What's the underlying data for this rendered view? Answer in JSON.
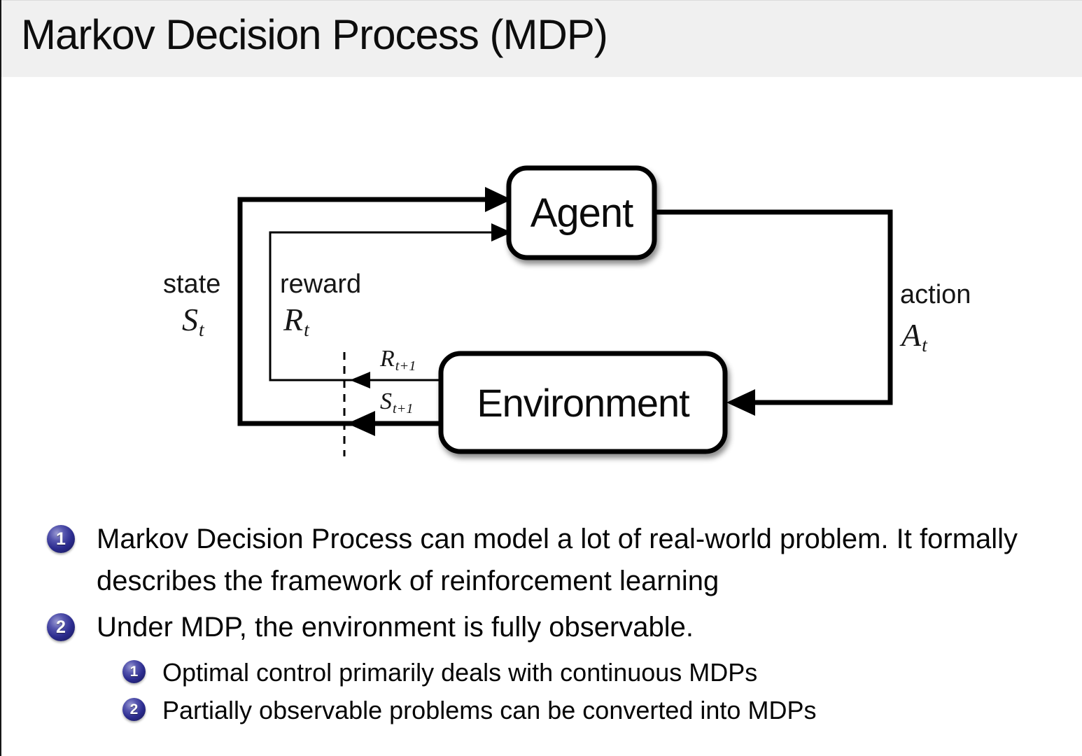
{
  "slide": {
    "title": "Markov Decision Process (MDP)"
  },
  "colors": {
    "title_bar_bg": "#f0f0f0",
    "enumerate_ball_blue": "#2b2b8e",
    "diagram_stroke": "#000000",
    "background": "#ffffff"
  },
  "diagram": {
    "agent_label": "Agent",
    "environment_label": "Environment",
    "state": {
      "word": "state",
      "base": "S",
      "sub": "t"
    },
    "reward": {
      "word": "reward",
      "base": "R",
      "sub": "t"
    },
    "action": {
      "word": "action",
      "base": "A",
      "sub": "t"
    },
    "next_reward": {
      "base": "R",
      "sub": "t+1"
    },
    "next_state": {
      "base": "S",
      "sub": "t+1"
    }
  },
  "bullets": [
    {
      "number": "1",
      "text": "Markov Decision Process can model a lot of real-world problem. It formally describes the framework of reinforcement learning"
    },
    {
      "number": "2",
      "text": "Under MDP, the environment is fully observable.",
      "sub_items": [
        {
          "number": "1",
          "text": "Optimal control primarily deals with continuous MDPs"
        },
        {
          "number": "2",
          "text": "Partially observable problems can be converted into MDPs"
        }
      ]
    }
  ]
}
